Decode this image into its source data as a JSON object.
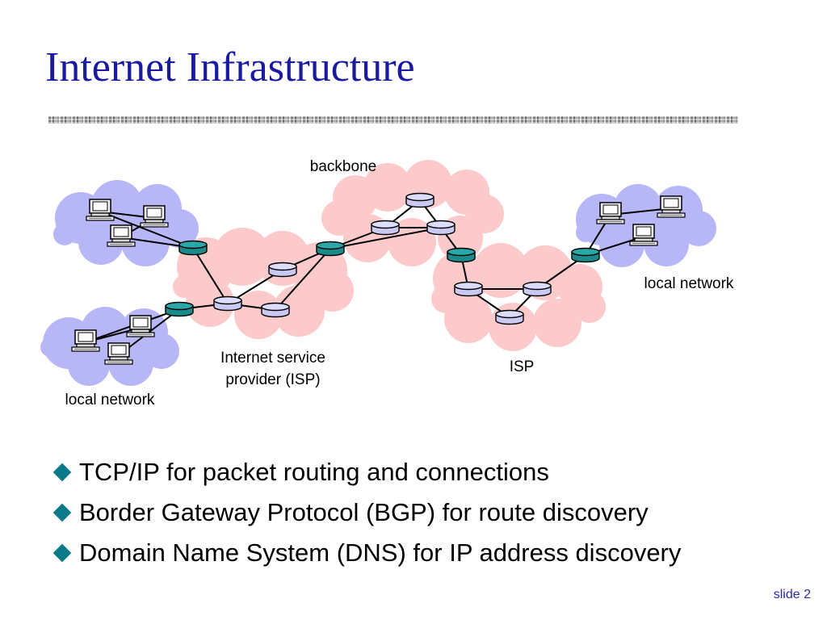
{
  "slide": {
    "title": "Internet Infrastructure",
    "slide_number": "slide 2"
  },
  "diagram": {
    "labels": {
      "backbone": "backbone",
      "isp_left_line1": "Internet service",
      "isp_left_line2": "provider (ISP)",
      "isp_right": "ISP",
      "local_network_right": "local network",
      "local_network_left": "local network"
    },
    "colors": {
      "local_network_cloud": "#b7b7f7",
      "isp_cloud": "#fccaca",
      "gateway_router": "#1a8a8a",
      "internal_router": "#c9c9f4"
    },
    "icons": [
      "computer-icon",
      "router-icon",
      "cloud-shape"
    ]
  },
  "bullets": [
    "TCP/IP for packet routing and connections",
    "Border Gateway Protocol (BGP) for route discovery",
    "Domain Name System (DNS) for IP address discovery"
  ]
}
